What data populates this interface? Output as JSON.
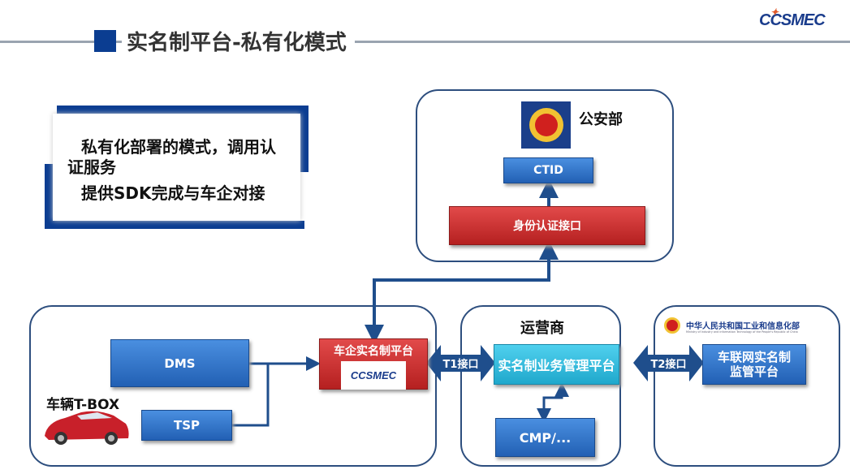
{
  "logo": {
    "text": "CCSMEC"
  },
  "title": "实名制平台-私有化模式",
  "note": {
    "lines": [
      "私有化部署的模式，调用认",
      "证服务",
      "提供SDK完成与车企对接"
    ]
  },
  "police": {
    "label": "公安部",
    "ctid": "CTID",
    "auth_interface": "身份认证接口"
  },
  "enterprise": {
    "dms": "DMS",
    "tsp": "TSP",
    "tbox": "车辆T-BOX",
    "platform": "车企实名制平台",
    "platform_logo": "CCSMEC"
  },
  "operator": {
    "label": "运营商",
    "platform": "实名制业务管理平台",
    "cmp": "CMP/..."
  },
  "miit": {
    "name": "中华人民共和国工业和信息化部",
    "name_en": "Ministry of Industry and Information Technology of the People's Republic of China",
    "platform_line1": "车联网实名制",
    "platform_line2": "监管平台"
  },
  "interfaces": {
    "t1": "T1接口",
    "t2": "T2接口"
  },
  "colors": {
    "navy": "#0b3d91",
    "blue": "#2260b4",
    "red": "#c42a2a",
    "cyan": "#2ab8dc",
    "connector": "#1f4e8c"
  }
}
